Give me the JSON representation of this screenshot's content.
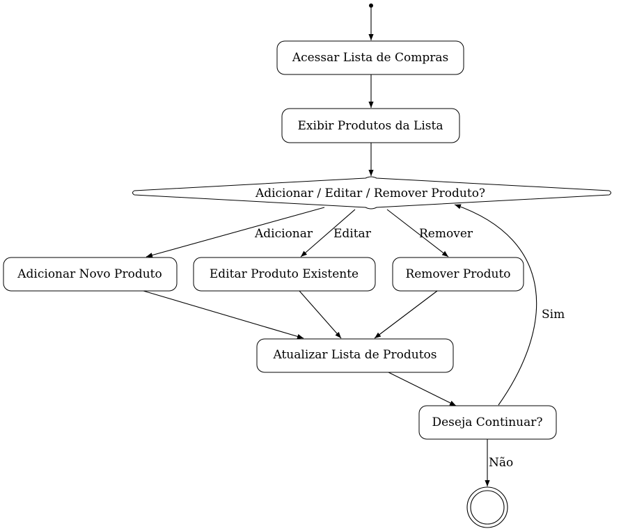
{
  "nodes": {
    "acessar": "Acessar Lista de Compras",
    "exibir": "Exibir Produtos da Lista",
    "decisao": "Adicionar / Editar / Remover Produto?",
    "adicionar": "Adicionar Novo Produto",
    "editar": "Editar Produto Existente",
    "remover": "Remover Produto",
    "atualizar": "Atualizar Lista de Produtos",
    "continuar": "Deseja Continuar?"
  },
  "edge_labels": {
    "adicionar": "Adicionar",
    "editar": "Editar",
    "remover": "Remover",
    "sim": "Sim",
    "nao": "Não"
  }
}
